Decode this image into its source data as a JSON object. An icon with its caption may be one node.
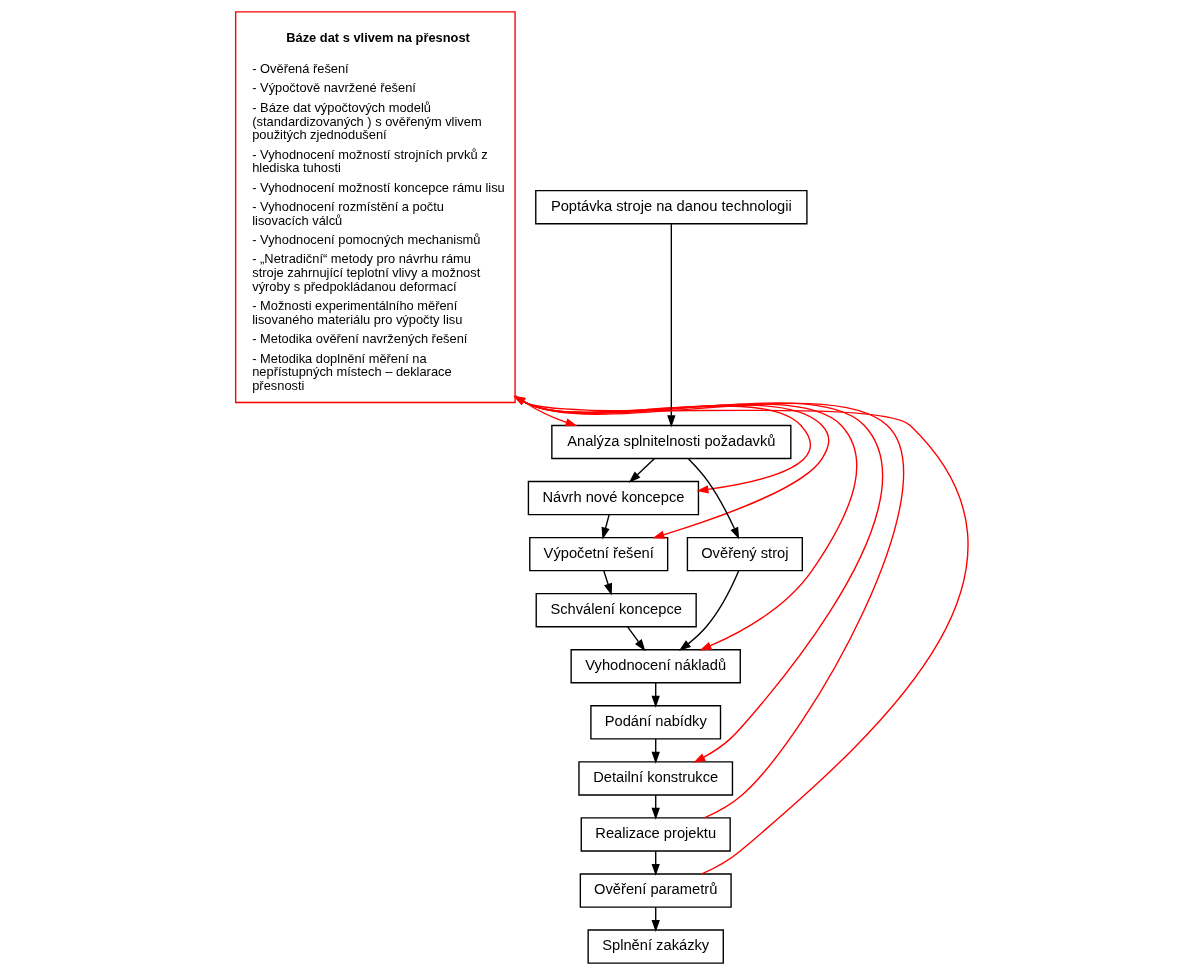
{
  "diagram": {
    "nodes": [
      {
        "text": [
          "Báze dat s vlivem na přesnost",
          "- Ověřená řešení",
          "- Výpočtově navržené řešení",
          "- Báze dat výpočtových modelů (standardizovaných ) s ověřeným vlivem použitých zjednodušení",
          "- Vyhodnocení možností strojních prvků z hlediska tuhosti",
          "- Vyhodnocení možností koncepce rámu lisu",
          "- Vyhodnocení rozmístění a počtu lisovacích válců",
          "- Vyhodnocení pomocných mechanismů",
          "- „Netradiční“ metody pro návrhu rámu stroje zahrnující teplotní vlivy a možnost výroby s předpokládanou deformací",
          "- Možnosti experimentálního měření lisovaného materiálu pro výpočty lisu",
          "- Metodika ověření navržených řešení",
          "- Metodika doplnění měření na nepřístupných místech – deklarace přesnosti"
        ]
      },
      {
        "text": [
          "Poptávka stroje na danou technologii"
        ]
      },
      {
        "text": [
          "Analýza splnitelnosti požadavků"
        ]
      },
      {
        "text": [
          "Návrh nové koncepce"
        ]
      },
      {
        "text": [
          "Ověřený stroj"
        ]
      },
      {
        "text": [
          "Výpočetní řešení"
        ]
      },
      {
        "text": [
          "Schválení koncepce"
        ]
      },
      {
        "text": [
          "Vyhodnocení nákladů"
        ]
      },
      {
        "text": [
          "Podání nabídky"
        ]
      },
      {
        "text": [
          "Detailní konstrukce"
        ]
      },
      {
        "text": [
          "Realizace projektu"
        ]
      },
      {
        "text": [
          "Ověření parametrů"
        ]
      },
      {
        "text": [
          "Splnění zakázky"
        ]
      }
    ],
    "edges": [
      {
        "from": 1,
        "to": 2,
        "arrow": "to"
      },
      {
        "from": 2,
        "to": 3,
        "arrow": "to"
      },
      {
        "from": 2,
        "to": 4,
        "arrow": "to"
      },
      {
        "from": 3,
        "to": 5,
        "arrow": "to"
      },
      {
        "from": 5,
        "to": 6,
        "arrow": "to"
      },
      {
        "from": 6,
        "to": 7,
        "arrow": "to"
      },
      {
        "from": 4,
        "to": 7,
        "arrow": "to"
      },
      {
        "from": 7,
        "to": 8,
        "arrow": "to"
      },
      {
        "from": 8,
        "to": 9,
        "arrow": "to"
      },
      {
        "from": 9,
        "to": 10,
        "arrow": "to"
      },
      {
        "from": 10,
        "to": 11,
        "arrow": "to"
      },
      {
        "from": 11,
        "to": 12,
        "arrow": "to"
      },
      {
        "from": 0,
        "to": 2,
        "arrow": "to",
        "color": "#ff0000"
      },
      {
        "from": 0,
        "to": 3,
        "arrow": "to",
        "color": "#ff0000"
      },
      {
        "from": 0,
        "to": 5,
        "arrow": "to",
        "color": "#ff0000"
      },
      {
        "from": 0,
        "to": 7,
        "arrow": "to",
        "color": "#ff0000"
      },
      {
        "from": 0,
        "to": 9,
        "arrow": "to",
        "color": "#ff0000"
      },
      {
        "from": 10,
        "to": 0,
        "arrow": "to",
        "color": "#ff0000"
      },
      {
        "from": 11,
        "to": 0,
        "arrow": "to",
        "color": "#ff0000"
      }
    ]
  }
}
